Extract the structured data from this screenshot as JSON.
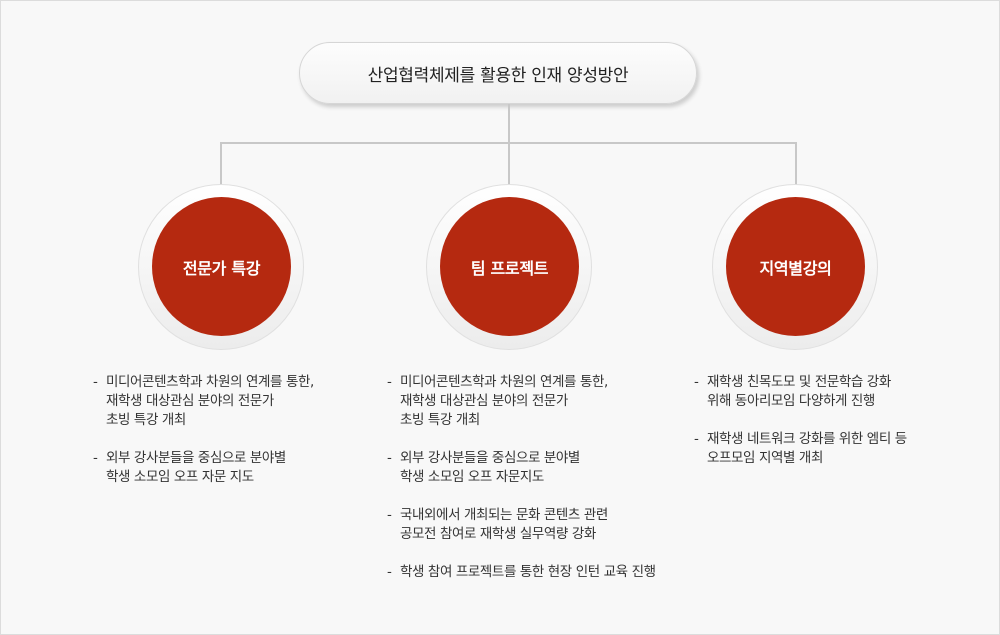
{
  "title": "산업협력체제를 활용한 인재 양성방안",
  "colors": {
    "accent_red": "#b52910",
    "connector": "#c8c8c8",
    "background": "#f8f8f8",
    "text": "#333333"
  },
  "branches": [
    {
      "label": "전문가 특강",
      "items": [
        {
          "bullet": "-",
          "text": "미디어콘텐츠학과 차원의 연계를 통한,\n재학생 대상관심 분야의 전문가\n초빙 특강 개최"
        },
        {
          "bullet": "-",
          "text": "외부 강사분들을 중심으로 분야별\n학생 소모임 오프 자문 지도"
        }
      ]
    },
    {
      "label": "팀 프로젝트",
      "items": [
        {
          "bullet": "-",
          "text": "미디어콘텐츠학과 차원의 연계를 통한,\n재학생 대상관심 분야의 전문가\n초빙 특강 개최"
        },
        {
          "bullet": "-",
          "text": "외부 강사분들을 중심으로 분야별\n학생 소모임 오프 자문지도"
        },
        {
          "bullet": "-",
          "text": "국내외에서 개최되는 문화 콘텐츠 관련\n공모전 참여로 재학생 실무역량 강화"
        },
        {
          "bullet": "-",
          "text": "학생 참여 프로젝트를 통한 현장 인턴 교육 진행"
        }
      ]
    },
    {
      "label": "지역별강의",
      "items": [
        {
          "bullet": "-",
          "text": "재학생 친목도모 및 전문학습 강화\n위해 동아리모임 다양하게 진행"
        },
        {
          "bullet": "-",
          "text": "재학생 네트워크 강화를 위한 엠티 등\n오프모임 지역별 개최"
        }
      ]
    }
  ]
}
